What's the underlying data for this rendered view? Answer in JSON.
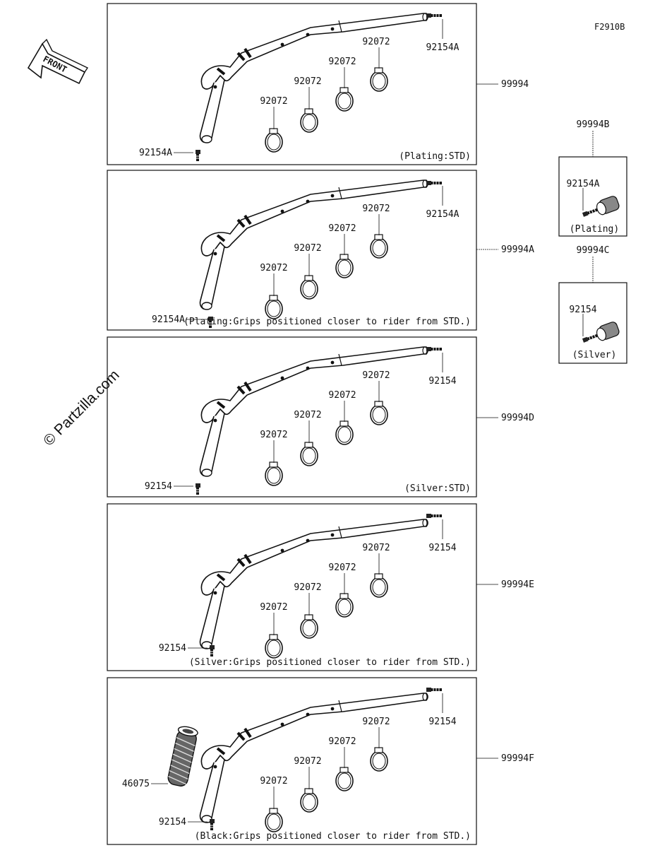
{
  "figure_code": "F2910B",
  "watermark": "© Partzilla.com",
  "front_label": "FRONT",
  "clamp_part": "92072",
  "panels": [
    {
      "kit": "99994",
      "bolt": "92154A",
      "note": "(Plating:STD)",
      "grip": null
    },
    {
      "kit": "99994A",
      "bolt": "92154A",
      "note": "(Plating:Grips positioned closer to rider from STD.)",
      "grip": null
    },
    {
      "kit": "99994D",
      "bolt": "92154",
      "note": "(Silver:STD)",
      "grip": null
    },
    {
      "kit": "99994E",
      "bolt": "92154",
      "note": "(Silver:Grips positioned closer to rider from STD.)",
      "grip": null
    },
    {
      "kit": "99994F",
      "bolt": "92154",
      "note": "(Black:Grips positioned closer to rider from STD.)",
      "grip": "46075"
    }
  ],
  "side_kits": [
    {
      "kit": "99994B",
      "bolt": "92154A",
      "note": "(Plating)"
    },
    {
      "kit": "99994C",
      "bolt": "92154",
      "note": "(Silver)"
    }
  ]
}
